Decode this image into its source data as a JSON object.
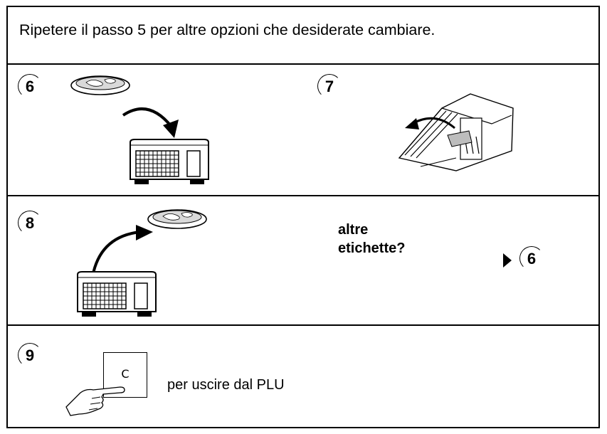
{
  "intro_text": "Ripetere il passo 5 per altre opzioni che desiderate cambiare.",
  "steps": {
    "s6": "6",
    "s7": "7",
    "s8": "8",
    "s9": "9"
  },
  "row8": {
    "question_line1": "altre",
    "question_line2": "etichette?",
    "goto_step": "6"
  },
  "row9": {
    "key_label": "C",
    "instruction": "per uscire dal PLU"
  }
}
